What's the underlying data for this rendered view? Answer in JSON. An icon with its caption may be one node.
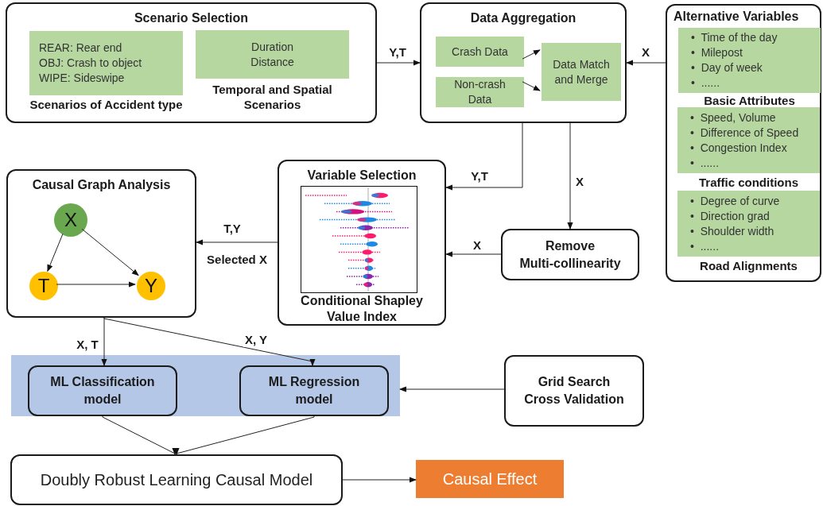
{
  "diagram": {
    "nodes": [
      {
        "text": [
          "Scenario Selection"
        ]
      },
      {
        "text": [
          "REAR: Rear end",
          "OBJ: Crash to object",
          "WIPE: Sideswipe"
        ],
        "in": 0,
        "beside": [
          "Scenarios of Accident type"
        ]
      },
      {
        "text": [
          "Duration",
          "Distance"
        ],
        "in": 0,
        "beside": [
          "Temporal and Spatial Scenarios"
        ]
      },
      {
        "text": [
          "Data Aggregation"
        ]
      },
      {
        "text": [
          "Crash Data"
        ],
        "in": 3
      },
      {
        "text": [
          "Non-crash Data"
        ],
        "in": 3
      },
      {
        "text": [
          "Data Match and Merge"
        ],
        "in": 3
      },
      {
        "text": [
          "Alternative Variables"
        ]
      },
      {
        "text": [
          "•  Time of the day",
          "•  Milepost",
          "•  Day of week",
          "•  ......"
        ],
        "in": 7,
        "beside": [
          "Basic Attributes"
        ]
      },
      {
        "text": [
          "•  Speed, Volume",
          "•  Difference of Speed",
          "•  Congestion Index",
          "•  ......"
        ],
        "in": 7,
        "beside": [
          "Traffic conditions"
        ]
      },
      {
        "text": [
          "•  Degree of curve",
          "•  Direction grad",
          "•  Shoulder width",
          "•  ......"
        ],
        "in": 7,
        "beside": [
          "Road Alignments"
        ]
      },
      {
        "text": [
          "Causal Graph Analysis"
        ]
      },
      {
        "text": [
          "X"
        ],
        "in": 11
      },
      {
        "text": [
          "T"
        ],
        "in": 11
      },
      {
        "text": [
          "Y"
        ],
        "in": 11
      },
      {
        "text": [
          "Variable Selection",
          "Conditional Shapley Value Index"
        ]
      },
      {
        "text": [
          "Remove Multi-collinearity"
        ]
      },
      {
        "text": [],
        "shape": "box"
      },
      {
        "text": [
          "ML Classification model"
        ],
        "in": 17
      },
      {
        "text": [
          "ML Regression model"
        ],
        "in": 17
      },
      {
        "text": [
          "Grid Search Cross Validation"
        ]
      },
      {
        "text": [
          "Doubly Robust Learning Causal Model"
        ]
      },
      {
        "text": [
          "Causal Effect"
        ]
      }
    ],
    "edges": [
      {
        "from": 0,
        "to": 3,
        "arrow": "to",
        "label": "Y,T"
      },
      {
        "from": 7,
        "to": 3,
        "arrow": "to",
        "label": "X"
      },
      {
        "from": 4,
        "to": 6,
        "arrow": "to"
      },
      {
        "from": 5,
        "to": 6,
        "arrow": "to"
      },
      {
        "from": 3,
        "to": 15,
        "arrow": "to",
        "label": "Y,T"
      },
      {
        "from": 3,
        "to": 16,
        "arrow": "to",
        "label": "X"
      },
      {
        "from": 16,
        "to": 15,
        "arrow": "to",
        "label": "X"
      },
      {
        "from": 15,
        "to": 11,
        "arrow": "to",
        "label": "T,Y"
      },
      {
        "from": 12,
        "to": 13,
        "arrow": "to"
      },
      {
        "from": 12,
        "to": 14,
        "arrow": "to"
      },
      {
        "from": 13,
        "to": 14,
        "arrow": "to"
      },
      {
        "from": 11,
        "to": 18,
        "arrow": "to",
        "label": "X, T"
      },
      {
        "from": 11,
        "to": 19,
        "arrow": "to",
        "label": "X, Y"
      },
      {
        "from": 20,
        "to": 17,
        "arrow": "to"
      },
      {
        "from": 18,
        "to": 21,
        "arrow": "to"
      },
      {
        "from": 19,
        "to": 21,
        "arrow": "to"
      },
      {
        "from": 21,
        "to": 22,
        "arrow": "to"
      }
    ],
    "labels": [
      "Selected X"
    ]
  }
}
